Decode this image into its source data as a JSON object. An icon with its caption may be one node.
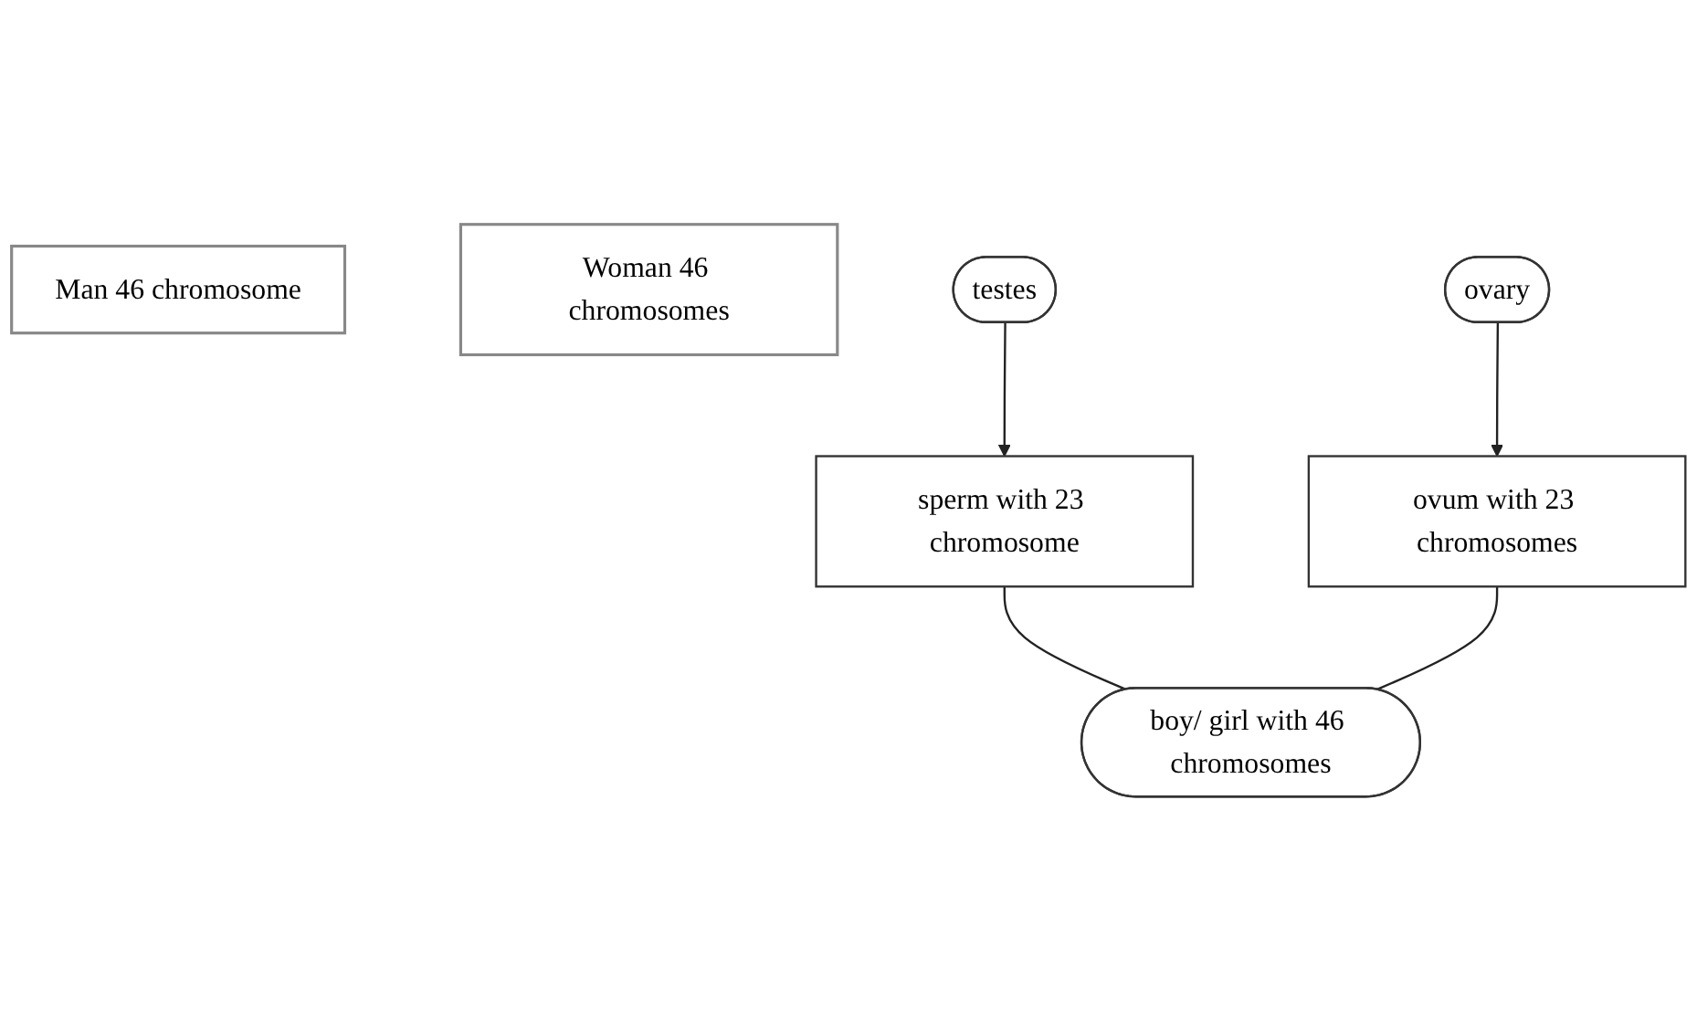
{
  "diagram": {
    "nodes": [
      {
        "text": [
          "Man 46 chromosome"
        ]
      },
      {
        "text": [
          "Woman 46 chromosomes"
        ]
      },
      {
        "text": [
          "testes"
        ]
      },
      {
        "text": [
          "ovary"
        ]
      },
      {
        "text": [
          "sperm with 23 chromosome"
        ]
      },
      {
        "text": [
          "ovum with 23 chromosomes"
        ]
      },
      {
        "text": [
          "boy/ girl with 46 chromosomes"
        ]
      }
    ],
    "edges": [
      {
        "from": 2,
        "to": 4,
        "arrow": "to"
      },
      {
        "from": 3,
        "to": 5,
        "arrow": "to"
      },
      {
        "from": 4,
        "to": 6,
        "arrow": "none"
      },
      {
        "from": 5,
        "to": 6,
        "arrow": "none"
      }
    ]
  }
}
